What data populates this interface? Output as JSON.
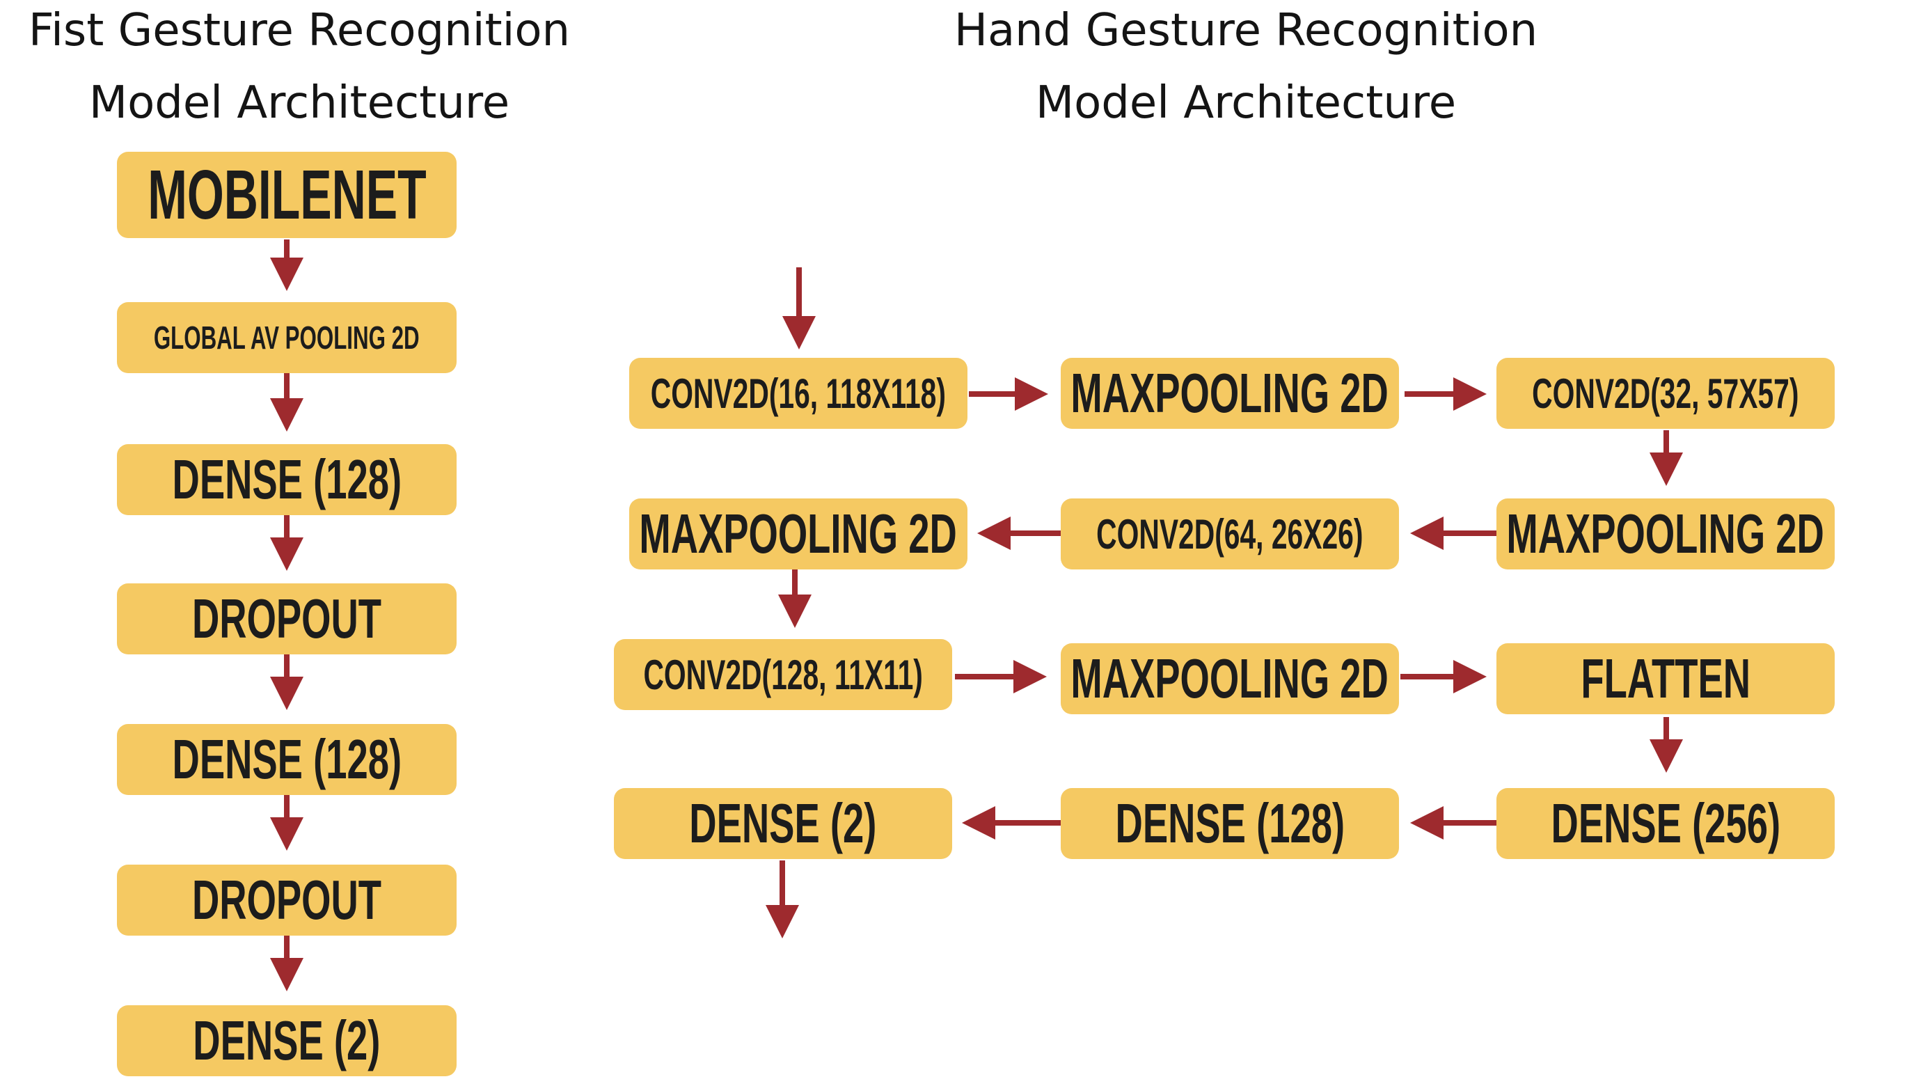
{
  "left": {
    "title_line1": "Fist Gesture Recognition",
    "title_line2": "Model Architecture",
    "layers": [
      "MOBILENET",
      "GLOBAL AV POOLING 2D",
      "DENSE (128)",
      "DROPOUT",
      "DENSE (128)",
      "DROPOUT",
      "DENSE (2)"
    ]
  },
  "right": {
    "title_line1": "Hand Gesture Recognition",
    "title_line2": "Model Architecture",
    "layers": [
      "CONV2D(16, 118X118)",
      "MAXPOOLING 2D",
      "CONV2D(32, 57X57)",
      "MAXPOOLING 2D",
      "CONV2D(64, 26X26)",
      "MAXPOOLING 2D",
      "CONV2D(128, 11X11)",
      "MAXPOOLING 2D",
      "FLATTEN",
      "DENSE (256)",
      "DENSE (128)",
      "DENSE (2)"
    ]
  },
  "colors": {
    "box": "#f5c962",
    "arrow": "#9e2a2e",
    "text": "#1c1c1c"
  }
}
